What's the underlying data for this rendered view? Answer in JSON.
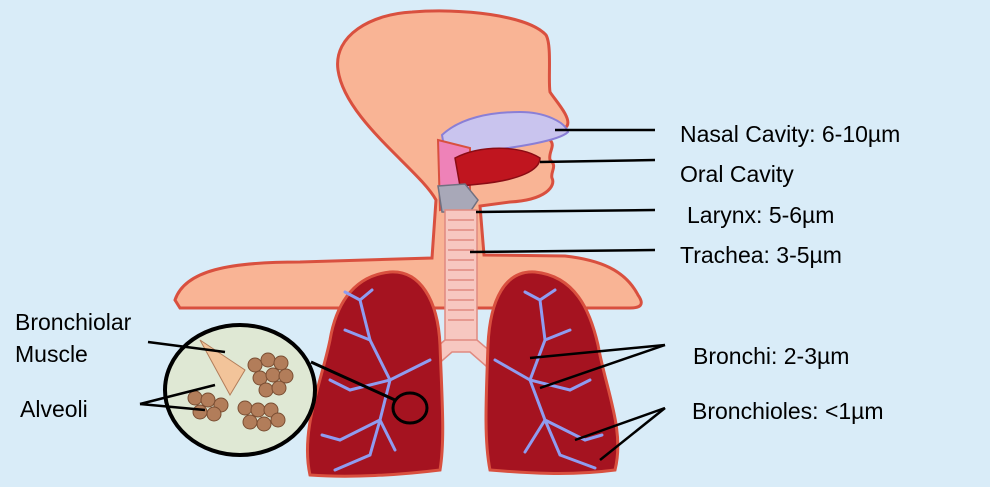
{
  "labels": {
    "nasal_cavity": "Nasal Cavity: 6-10µm",
    "oral_cavity": "Oral Cavity",
    "larynx": "Larynx: 5-6µm",
    "trachea": "Trachea: 3-5µm",
    "bronchi": "Bronchi: 2-3µm",
    "bronchioles": "Bronchioles: <1µm",
    "bronchiolar_muscle_line1": "Bronchiolar",
    "bronchiolar_muscle_line2": "Muscle",
    "alveoli": "Alveoli"
  },
  "colors": {
    "background": "#d9ecf8",
    "skin": "#f9b495",
    "skin_outline": "#d9503f",
    "lung": "#a51320",
    "lung_outline": "#d9503f",
    "airway_branch": "#8f9cf0",
    "trachea": "#f7c7c0",
    "nasal_cavity": "#c9c4ee",
    "oral_cavity": "#c0151f",
    "pharynx_pink": "#ee82b8",
    "magnifier_fill": "#dfe8d4",
    "alveoli": "#b27d5a"
  }
}
